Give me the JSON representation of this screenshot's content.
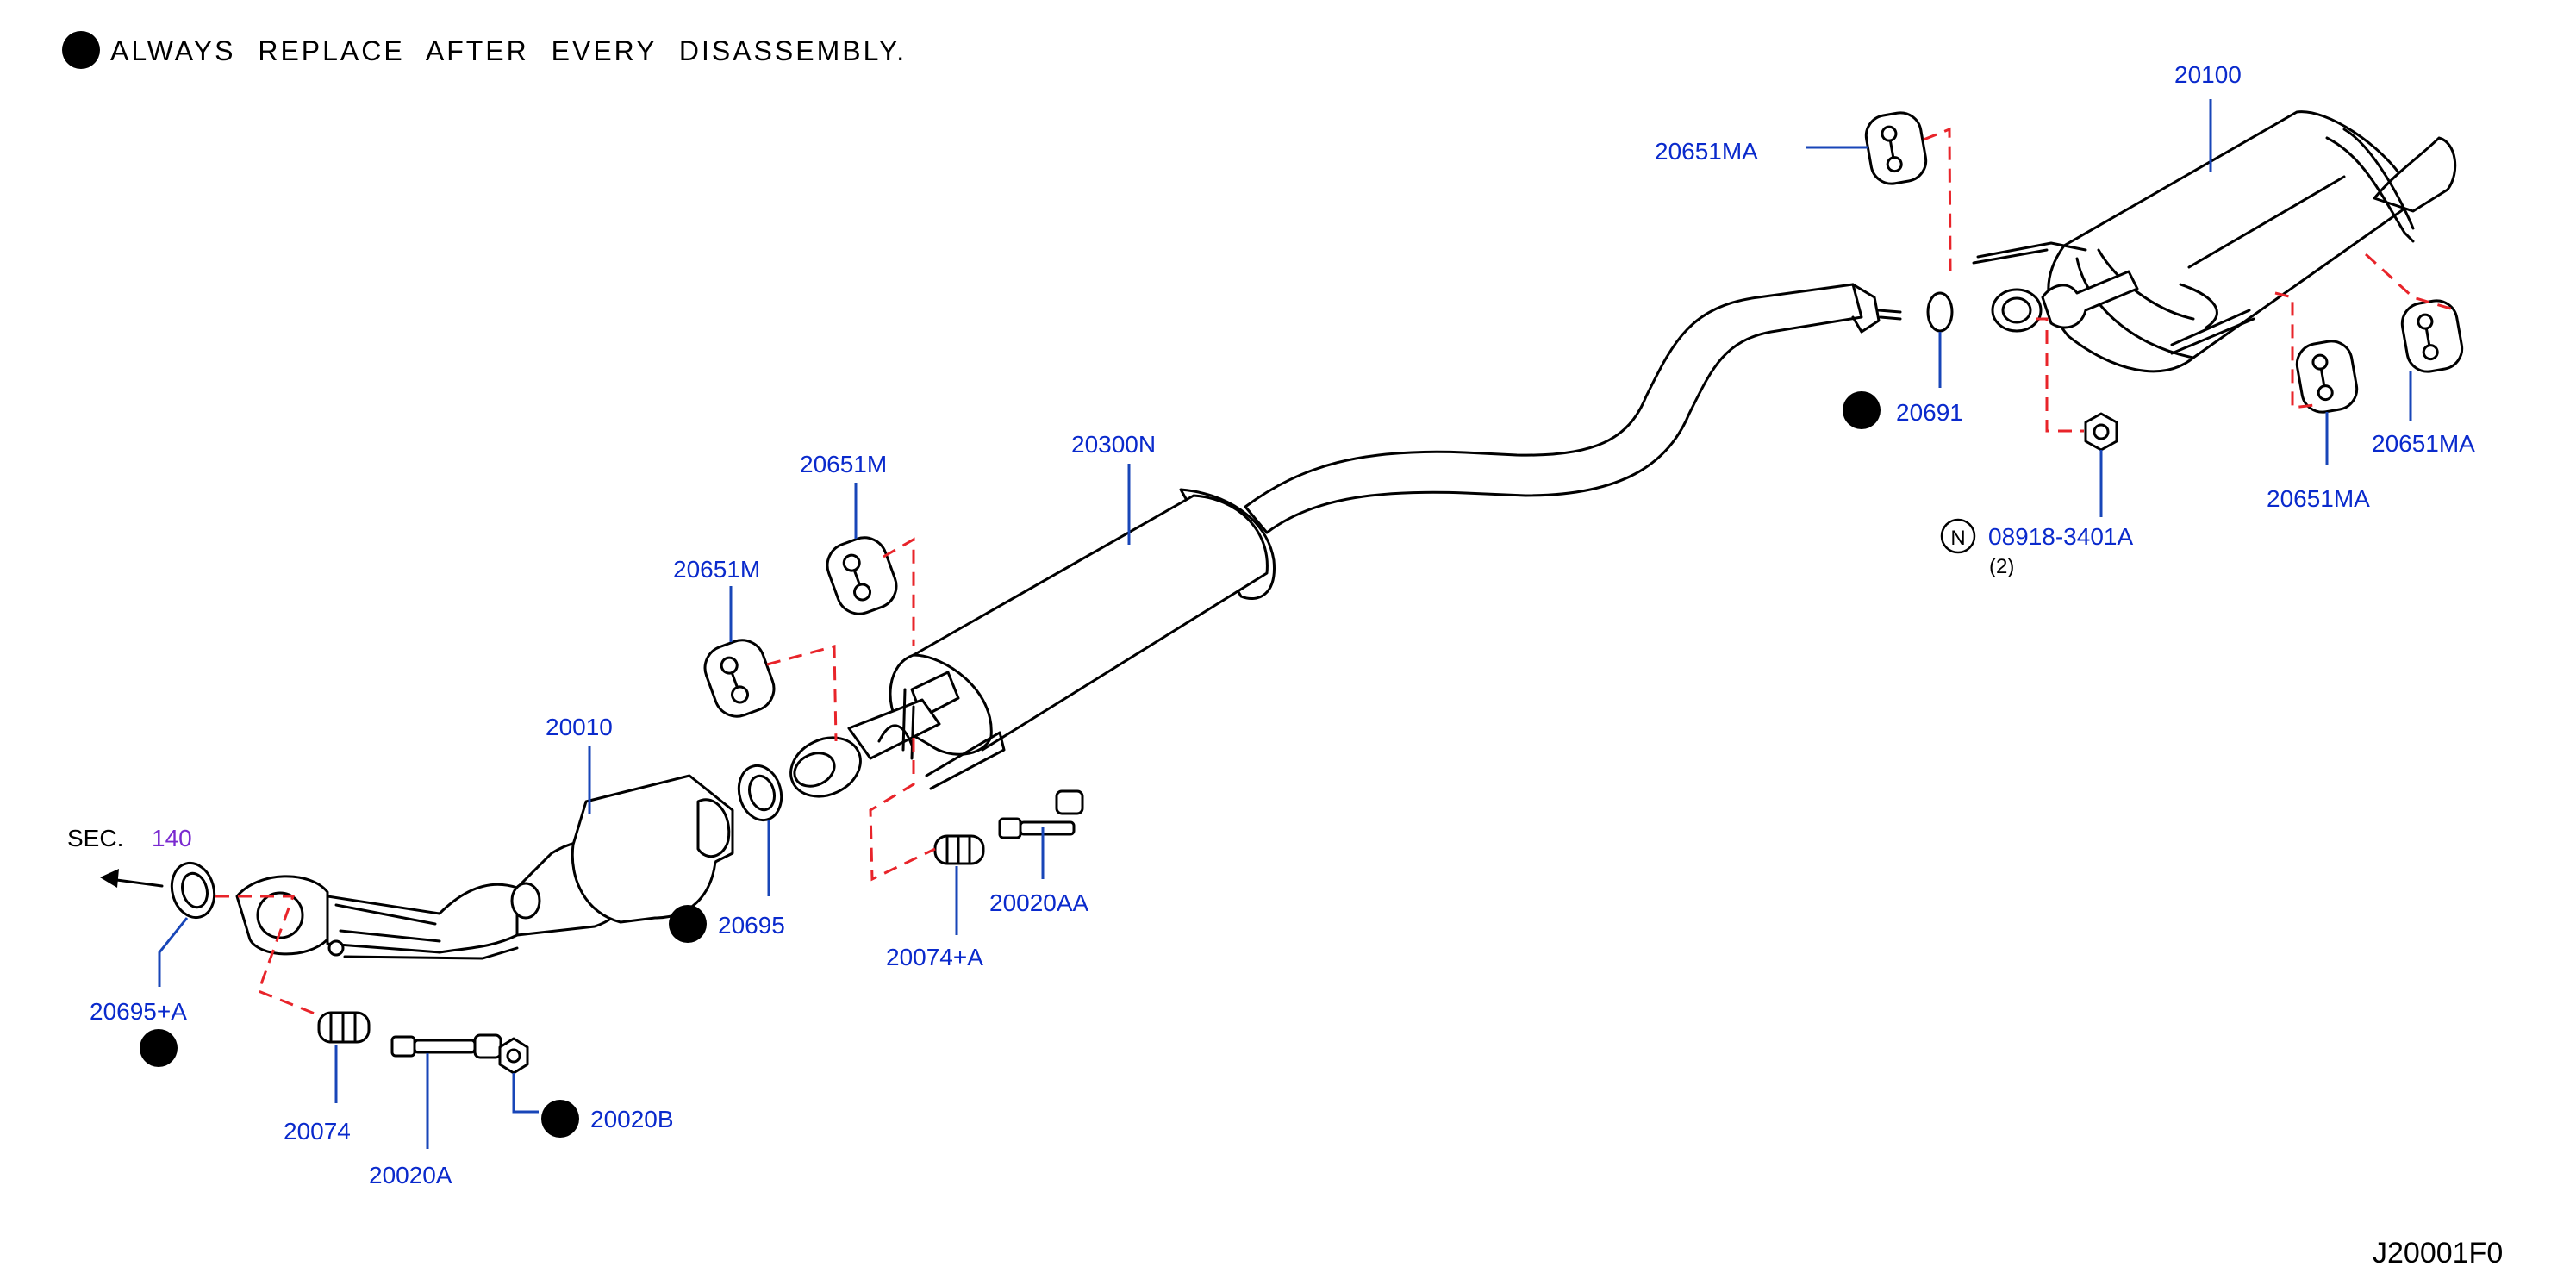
{
  "notice": {
    "text": "ALWAYS REPLACE AFTER EVERY DISASSEMBLY.",
    "symbol": "x-mark-icon"
  },
  "diagram_code": "J20001F0",
  "section_ref": {
    "prefix": "SEC.",
    "number": "140"
  },
  "parts": {
    "p20100": "20100",
    "p20651MA_top": "20651MA",
    "p20651MA_right1": "20651MA",
    "p20651MA_right2": "20651MA",
    "p20691": "20691",
    "p08918": "08918-3401A",
    "p08918_qty": "(2)",
    "p08918_symbol": "N",
    "p20300N": "20300N",
    "p20651M_upper": "20651M",
    "p20651M_lower": "20651M",
    "p20010": "20010",
    "p20695": "20695",
    "p20074A": "20074+A",
    "p20020AA": "20020AA",
    "p20695A": "20695+A",
    "p20074": "20074",
    "p20020A": "20020A",
    "p20020B": "20020B"
  },
  "colors": {
    "label": "#0a2acc",
    "leader": "#1846b8",
    "dashed_link": "#e8242a",
    "section_number": "#7a2ad0"
  }
}
